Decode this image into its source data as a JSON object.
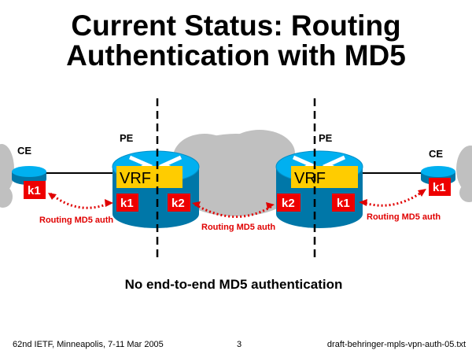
{
  "title": {
    "line1": "Current Status: Routing",
    "line2": "Authentication with MD5"
  },
  "devices": {
    "ce_left": "CE",
    "pe_left": "PE",
    "pe_right": "PE",
    "ce_right": "CE"
  },
  "vrf_label": "VRF",
  "keys": {
    "ce_left": "k1",
    "pe_left_ce_side": "k1",
    "pe_left_core_side": "k2",
    "pe_right_core_side": "k2",
    "pe_right_ce_side": "k1",
    "ce_right": "k1"
  },
  "links": {
    "left": "Routing MD5 auth",
    "middle": "Routing MD5 auth",
    "right": "Routing MD5 auth"
  },
  "summary": "No end-to-end MD5 authentication",
  "footer": {
    "left": "62nd IETF, Minneapolis, 7-11 Mar 2005",
    "page": "3",
    "right": "draft-behringer-mpls-vpn-auth-05.txt"
  },
  "colors": {
    "router_top": "#00b0f0",
    "router_body": "#0077a8",
    "vrf": "#ffcc00",
    "key": "#ee0000",
    "auth": "#e00000",
    "cloud": "#c0c0c0"
  }
}
